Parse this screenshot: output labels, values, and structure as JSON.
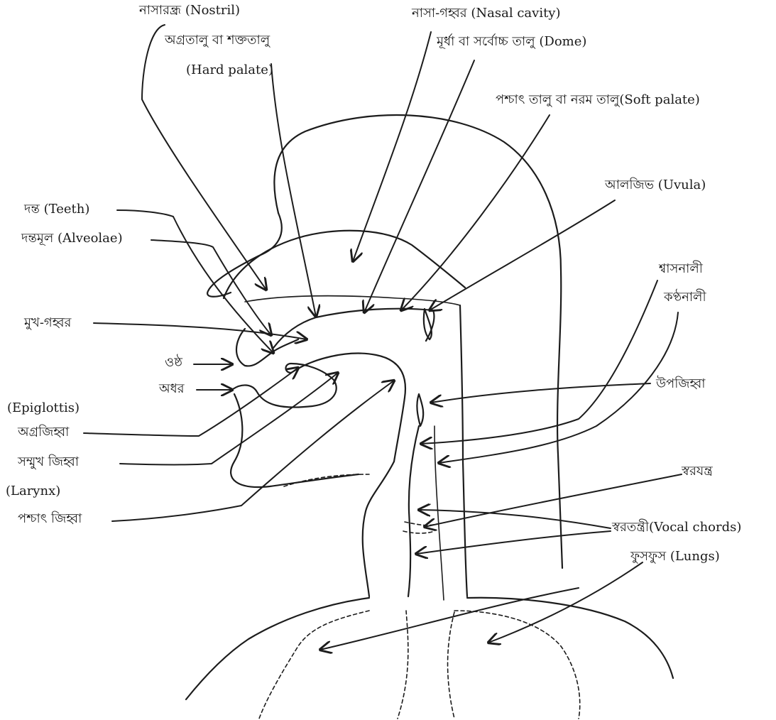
{
  "diagram": {
    "labels": {
      "nostril": "নাসারন্ধ্র (Nostril)",
      "hard_palate_bn": "অগ্রতালু বা শক্ততালু",
      "hard_palate_en": "(Hard palate)",
      "nasal_cavity": "নাসা-গহ্বর (Nasal cavity)",
      "dome": "মূর্ধা বা সর্বোচ্চ তালু (Dome)",
      "soft_palate": "পশ্চাৎ তালু বা নরম তালু(Soft palate)",
      "uvula": "আলজিভ (Uvula)",
      "teeth": "দন্ত (Teeth)",
      "alveolae": "দন্তমূল (Alveolae)",
      "windpipe": "শ্বাসনালী",
      "gullet": "কণ্ঠনালী",
      "mouth_cavity": "মুখ-গহ্বর",
      "upper_lip": "ওষ্ঠ",
      "lower_lip": "অধর",
      "epiglottis_bn": "উপজিহ্বা",
      "epiglottis_en": "(Epiglottis)",
      "tongue_tip": "অগ্রজিহ্বা",
      "front_tongue": "সম্মুখ জিহ্বা",
      "larynx_bn": "স্বরযন্ত্র",
      "larynx_en": "(Larynx)",
      "back_tongue": "পশ্চাৎ জিহ্বা",
      "vocal_chords": "স্বরতন্ত্রী(Vocal chords)",
      "lungs": "ফুসফুস (Lungs)"
    },
    "colors": {
      "ink": "#1c1c1c",
      "paper": "#ffffff"
    }
  }
}
